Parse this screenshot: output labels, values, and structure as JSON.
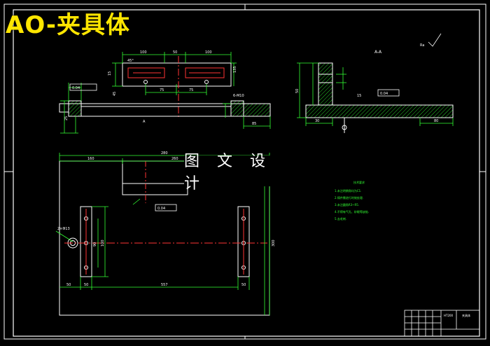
{
  "drawing_title": "AO-夹具体",
  "watermark": "图 文 设 计",
  "section_label": "A-A",
  "view_label": "A",
  "surface_mark": "Ra",
  "notes_title": "技术要求",
  "notes": [
    "1.未注明倒角均为C1.",
    "2.铸件需进行时效处理.",
    "3.未注圆角R3~R5.",
    "4.不得有气孔、砂眼等缺陷.",
    "5.去毛刺."
  ],
  "title_block_name": "夹具体",
  "title_block_mark": "HT200",
  "dimensions": {
    "top_width_left": "100",
    "top_gap": "50",
    "top_width_right": "100",
    "top_angle": "45°",
    "slot_height": "15",
    "slot_spacing_left": "75",
    "slot_spacing_right": "75",
    "left_height": "45",
    "left_hole": "6-M10",
    "left_depth": "25",
    "right_width": "85",
    "right_height": "135",
    "section_height": "50",
    "section_bottom_left": "30",
    "section_bottom_right": "80",
    "section_side": "15",
    "plan_total": "280",
    "plan_left": "160",
    "plan_mid": "260",
    "plan_hole": "2×Φ13",
    "plan_height": "300",
    "plan_bottom_left": "50",
    "plan_bottom_width": "50",
    "plan_bottom_mid": "557",
    "plan_bottom_right": "50",
    "plan_side_a": "90",
    "plan_side_b": "100",
    "tolerance_top": "0.04",
    "tolerance_mid": "0.04",
    "tolerance_plan": "0.04"
  },
  "colors": {
    "background": "#000000",
    "lines": "#ffffff",
    "dims": "#33ff33",
    "center": "#ff3333",
    "hatch": "#33ff33",
    "title": "#ffe600"
  }
}
